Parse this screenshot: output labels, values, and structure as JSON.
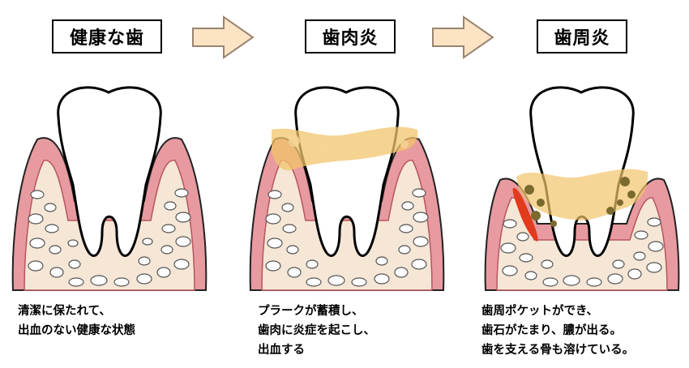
{
  "stages": [
    {
      "title": "健康な歯",
      "caption": [
        "清潔に保たれて、",
        "出血のない健康な状態"
      ]
    },
    {
      "title": "歯肉炎",
      "caption": [
        "プラークが蓄積し、",
        "歯肉に炎症を起こし、",
        "出血する"
      ]
    },
    {
      "title": "歯周炎",
      "caption": [
        "歯周ポケットができ、",
        "歯石がたまり、膿が出る。",
        "歯を支える骨も溶けている。"
      ]
    }
  ],
  "icons": {
    "arrow": "right-arrow-icon"
  },
  "colors": {
    "gum": "#e79aa0",
    "gum_dark": "#b8555f",
    "bone": "#f5e6d6",
    "plaque": "#f2c46b",
    "tartar": "#7b6a2e",
    "pus": "#e23a1c",
    "arrow_fill": "#fbe3c4",
    "arrow_stroke": "#9a8470"
  }
}
